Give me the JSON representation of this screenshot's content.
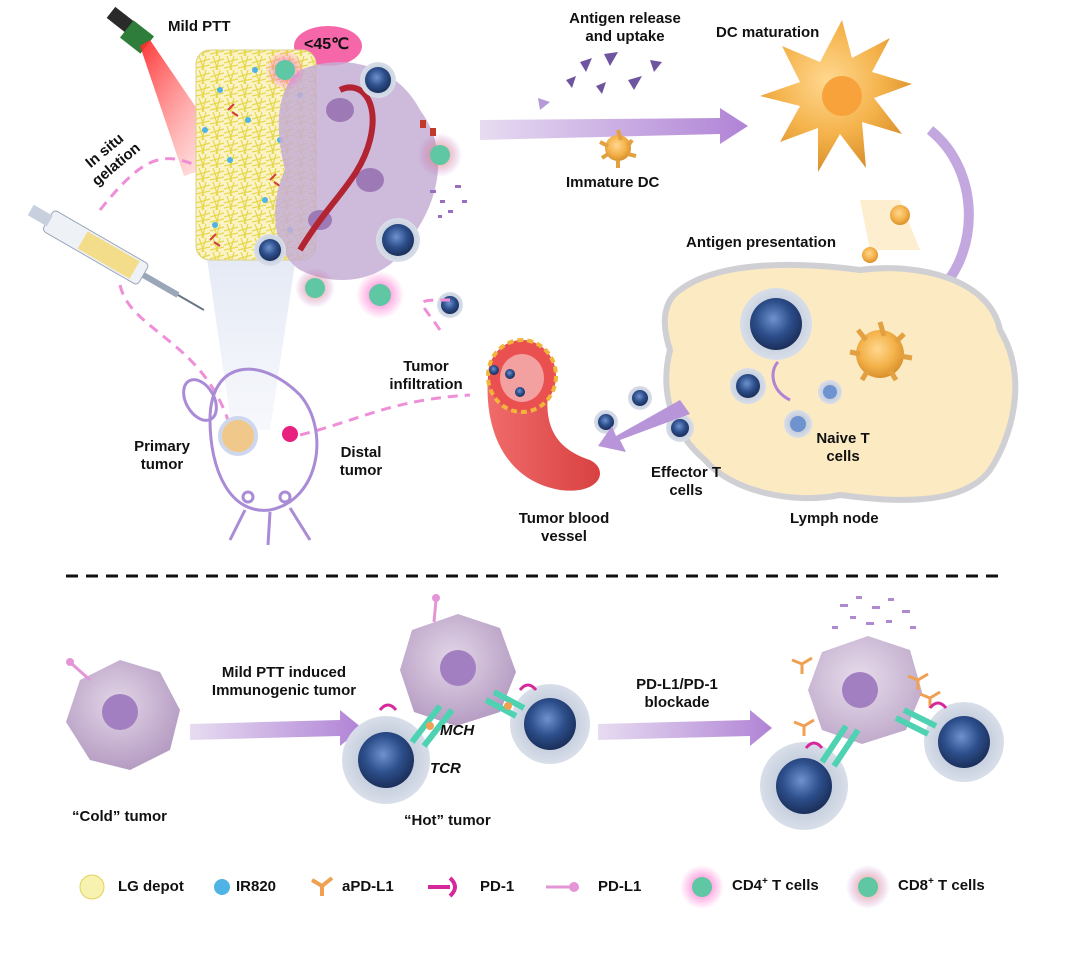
{
  "top_section": {
    "mild_ptt": "Mild PTT",
    "temperature_badge": "<45℃",
    "in_situ_gelation": [
      "In situ",
      "gelation"
    ],
    "antigen_release": [
      "Antigen release",
      "and uptake"
    ],
    "dc_maturation": "DC maturation",
    "immature_dc": "Immature DC",
    "antigen_presentation": "Antigen  presentation",
    "tumor_infiltration": [
      "Tumor",
      "infiltration"
    ],
    "primary_tumor": [
      "Primary",
      "tumor"
    ],
    "distal_tumor": [
      "Distal",
      "tumor"
    ],
    "naive_t_cells": [
      "Naive T",
      "cells"
    ],
    "effector_t_cells": [
      "Effector  T",
      "cells"
    ],
    "tumor_blood_vessel": [
      "Tumor blood",
      "vessel"
    ],
    "lymph_node": "Lymph node"
  },
  "bottom_section": {
    "cold_tumor": "“Cold” tumor",
    "hot_tumor": "“Hot” tumor",
    "mild_ptt_induced": [
      "Mild  PTT induced",
      "Immunogenic  tumor"
    ],
    "mch": "MCH",
    "tcr": "TCR",
    "blockade": [
      "PD-L1/PD-1",
      "blockade"
    ]
  },
  "legend": {
    "items": [
      {
        "icon": "lg-depot-icon",
        "label": "LG depot"
      },
      {
        "icon": "ir820-icon",
        "label": "IR820"
      },
      {
        "icon": "apd-l1-icon",
        "label": "aPD-L1"
      },
      {
        "icon": "pd-1-icon",
        "label": "PD-1"
      },
      {
        "icon": "pd-l1-icon",
        "label": "PD-L1"
      },
      {
        "icon": "cd4-t-cell-icon",
        "label": "CD4",
        "sup": "+",
        "suffix": " T cells"
      },
      {
        "icon": "cd8-t-cell-icon",
        "label": "CD8",
        "sup": "+",
        "suffix": " T cells"
      }
    ]
  },
  "colors": {
    "arrow_purple": "#b894d8",
    "dashed_pink": "#ee8fd8",
    "lymph_fill": "#fbeac2",
    "dc_orange": "#f4b24a",
    "tcell_blue": "#2d4f8c",
    "tumor_lavender": "#c9b3d3",
    "vessel_red": "#ea5050",
    "badge_pink": "#f567a8"
  }
}
